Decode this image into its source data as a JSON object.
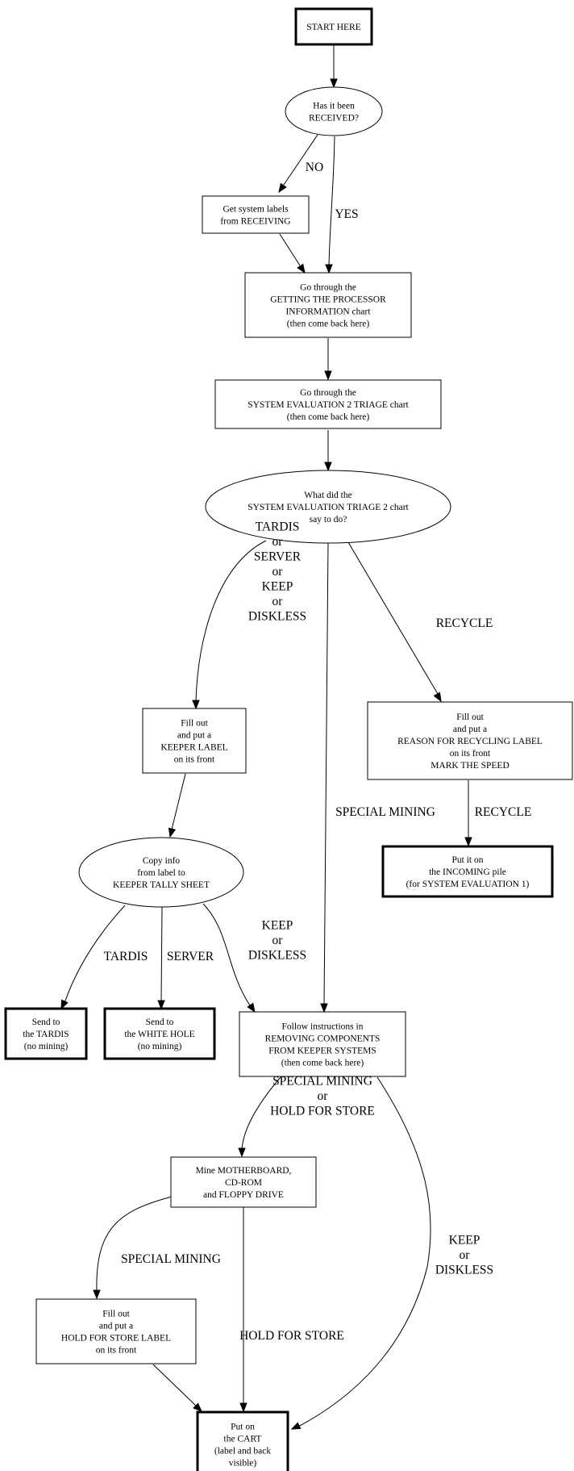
{
  "title": "System triage flowchart",
  "nodes": {
    "start": {
      "shape": "box",
      "bold": true,
      "lines": [
        "START HERE"
      ]
    },
    "received": {
      "shape": "ellipse",
      "bold": false,
      "lines": [
        "Has it been",
        "RECEIVED?"
      ]
    },
    "get_labels": {
      "shape": "box",
      "bold": false,
      "lines": [
        "Get system labels",
        "from RECEIVING"
      ]
    },
    "processor_info": {
      "shape": "box",
      "bold": false,
      "lines": [
        "Go through the",
        "GETTING THE PROCESSOR",
        "INFORMATION chart",
        "(then come back here)"
      ]
    },
    "sys_eval": {
      "shape": "box",
      "bold": false,
      "lines": [
        "Go through the",
        "SYSTEM EVALUATION 2 TRIAGE chart",
        "(then come back here)"
      ]
    },
    "what_did": {
      "shape": "ellipse",
      "bold": false,
      "lines": [
        "What did the",
        "SYSTEM EVALUATION TRIAGE 2 chart",
        "say to do?"
      ]
    },
    "keeper_label": {
      "shape": "box",
      "bold": false,
      "lines": [
        "Fill out",
        "and put a",
        "KEEPER LABEL",
        "on its front"
      ]
    },
    "recycle_label": {
      "shape": "box",
      "bold": false,
      "lines": [
        "Fill out",
        "and put a",
        "REASON FOR RECYCLING LABEL",
        "on its front",
        "MARK THE SPEED"
      ]
    },
    "incoming": {
      "shape": "box",
      "bold": true,
      "lines": [
        "Put it on",
        "the INCOMING pile",
        "(for SYSTEM EVALUATION 1)"
      ]
    },
    "tally": {
      "shape": "ellipse",
      "bold": false,
      "lines": [
        "Copy info",
        "from label to",
        "KEEPER TALLY SHEET"
      ]
    },
    "tardis": {
      "shape": "box",
      "bold": true,
      "lines": [
        "Send to",
        "the TARDIS",
        "(no mining)"
      ]
    },
    "white_hole": {
      "shape": "box",
      "bold": true,
      "lines": [
        "Send to",
        "the WHITE HOLE",
        "(no mining)"
      ]
    },
    "removing": {
      "shape": "box",
      "bold": false,
      "lines": [
        "Follow instructions in",
        "REMOVING COMPONENTS",
        "FROM KEEPER SYSTEMS",
        "(then come back here)"
      ]
    },
    "mine": {
      "shape": "box",
      "bold": false,
      "lines": [
        "Mine MOTHERBOARD,",
        "CD-ROM",
        "and FLOPPY DRIVE"
      ]
    },
    "hold_label": {
      "shape": "box",
      "bold": false,
      "lines": [
        "Fill out",
        "and put a",
        "HOLD FOR STORE LABEL",
        "on its front"
      ]
    },
    "cart": {
      "shape": "box",
      "bold": true,
      "lines": [
        "Put on",
        "the CART",
        "(label and back",
        "visible)"
      ]
    }
  },
  "edges": [
    {
      "from": "start",
      "to": "received",
      "label": []
    },
    {
      "from": "received",
      "to": "get_labels",
      "label": [
        "NO"
      ]
    },
    {
      "from": "received",
      "to": "processor_info",
      "label": [
        "YES"
      ]
    },
    {
      "from": "get_labels",
      "to": "processor_info",
      "label": []
    },
    {
      "from": "processor_info",
      "to": "sys_eval",
      "label": []
    },
    {
      "from": "sys_eval",
      "to": "what_did",
      "label": []
    },
    {
      "from": "what_did",
      "to": "keeper_label",
      "label": [
        "TARDIS",
        "or",
        "SERVER",
        "or",
        "KEEP",
        "or",
        "DISKLESS"
      ]
    },
    {
      "from": "what_did",
      "to": "recycle_label",
      "label": [
        "RECYCLE"
      ]
    },
    {
      "from": "what_did",
      "to": "removing",
      "label": [
        "SPECIAL MINING"
      ]
    },
    {
      "from": "recycle_label",
      "to": "incoming",
      "label": [
        "RECYCLE"
      ]
    },
    {
      "from": "keeper_label",
      "to": "tally",
      "label": []
    },
    {
      "from": "tally",
      "to": "tardis",
      "label": [
        "TARDIS"
      ]
    },
    {
      "from": "tally",
      "to": "white_hole",
      "label": [
        "SERVER"
      ]
    },
    {
      "from": "tally",
      "to": "removing",
      "label": [
        "KEEP",
        "or",
        "DISKLESS"
      ]
    },
    {
      "from": "removing",
      "to": "mine",
      "label": [
        "SPECIAL MINING",
        "or",
        "HOLD FOR STORE"
      ]
    },
    {
      "from": "removing",
      "to": "cart",
      "label": [
        "KEEP",
        "or",
        "DISKLESS"
      ]
    },
    {
      "from": "mine",
      "to": "hold_label",
      "label": [
        "SPECIAL MINING"
      ]
    },
    {
      "from": "mine",
      "to": "cart",
      "label": [
        "HOLD FOR STORE"
      ]
    },
    {
      "from": "hold_label",
      "to": "cart",
      "label": []
    }
  ]
}
